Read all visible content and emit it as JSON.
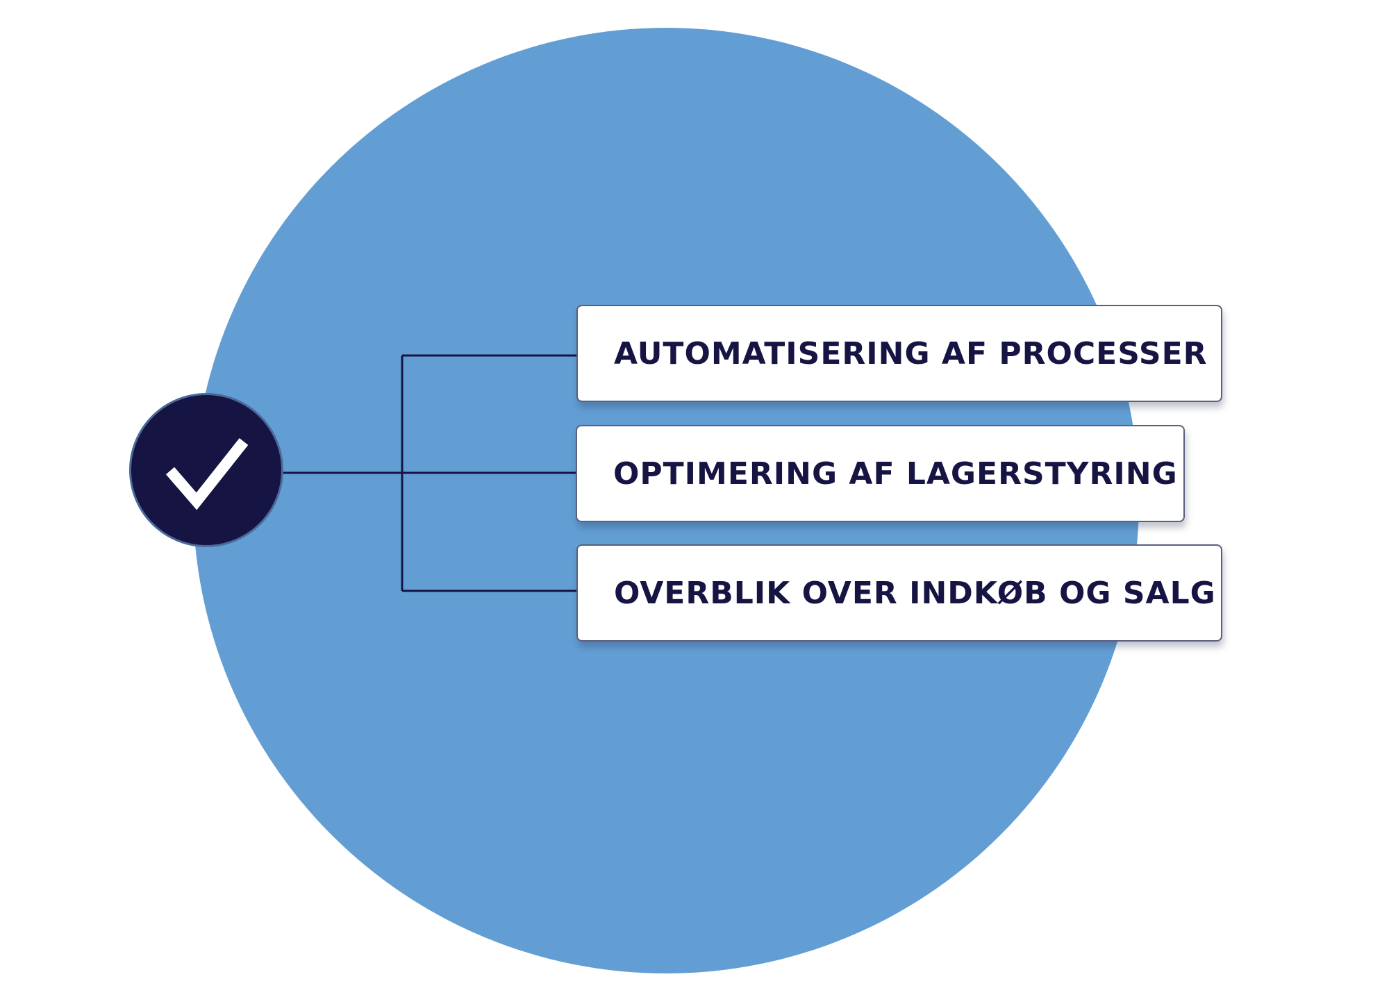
{
  "colors": {
    "circle": "#629ed3",
    "badge": "#161442",
    "check": "#ffffff",
    "connector": "#161442",
    "text": "#161442"
  },
  "badge": {
    "icon": "checkmark-icon"
  },
  "items": [
    {
      "label": "AUTOMATISERING AF PROCESSER"
    },
    {
      "label": "OPTIMERING AF LAGERSTYRING"
    },
    {
      "label": "OVERBLIK OVER INDKØB OG SALG"
    }
  ]
}
